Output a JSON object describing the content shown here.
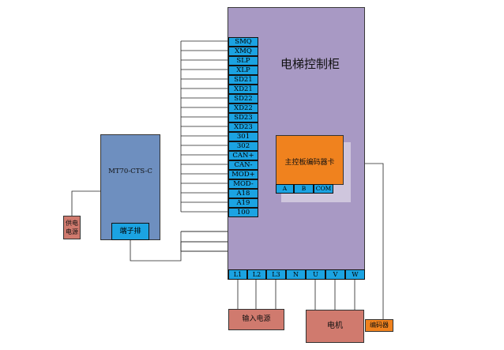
{
  "cabinet": {
    "title": "电梯控制柜",
    "terminals": [
      "SMQ",
      "XMQ",
      "SLP",
      "XLP",
      "SD21",
      "XD21",
      "SD22",
      "XD22",
      "SD23",
      "XD23",
      "301",
      "302",
      "CAN+",
      "CAN-",
      "MOD+",
      "MOD-",
      "A18",
      "A19",
      "100"
    ],
    "bottom_terminals": [
      "L1",
      "L2",
      "L3",
      "N",
      "U",
      "V",
      "W"
    ]
  },
  "encoder_card": {
    "label": "主控板编码器卡",
    "terminals": [
      "A",
      "B",
      "COM"
    ]
  },
  "controller": {
    "label": "MT70-CTS-C",
    "terminal_strip": "端子排"
  },
  "power_supply": {
    "label": "供电电源"
  },
  "input_power": {
    "label": "输入电源"
  },
  "motor": {
    "label": "电机"
  },
  "encoder": {
    "label": "编码器"
  },
  "colors": {
    "cabinet": "#a899c4",
    "terminal": "#1ba3e2",
    "card": "#f0821e",
    "device": "#d07a6e",
    "controller": "#6e8fbf"
  }
}
